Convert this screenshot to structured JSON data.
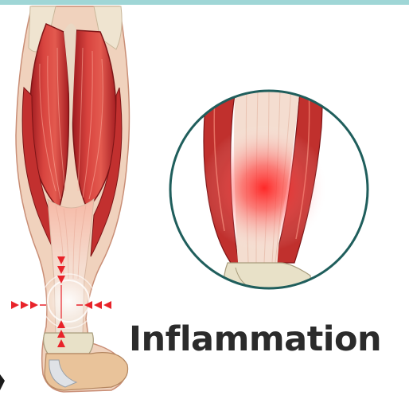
{
  "caption": {
    "text": "Inflammation"
  },
  "colors": {
    "muscle_dark": "#a81e22",
    "muscle": "#d6403d",
    "muscle_light": "#ec7a6a",
    "tendon": "#f3dfcf",
    "skin": "#e9c39a",
    "bone": "#e8e1c8",
    "ring": "#1f5e5c",
    "inflammation": "#ff2a2a",
    "arrow": "#e8232a",
    "band": "#9fd6d6",
    "text": "#2b2b2b"
  },
  "icons": {
    "leg": "calf-anatomy-illustration",
    "zoom": "achilles-tendon-closeup",
    "arrows": "pressure-arrow-icon"
  }
}
